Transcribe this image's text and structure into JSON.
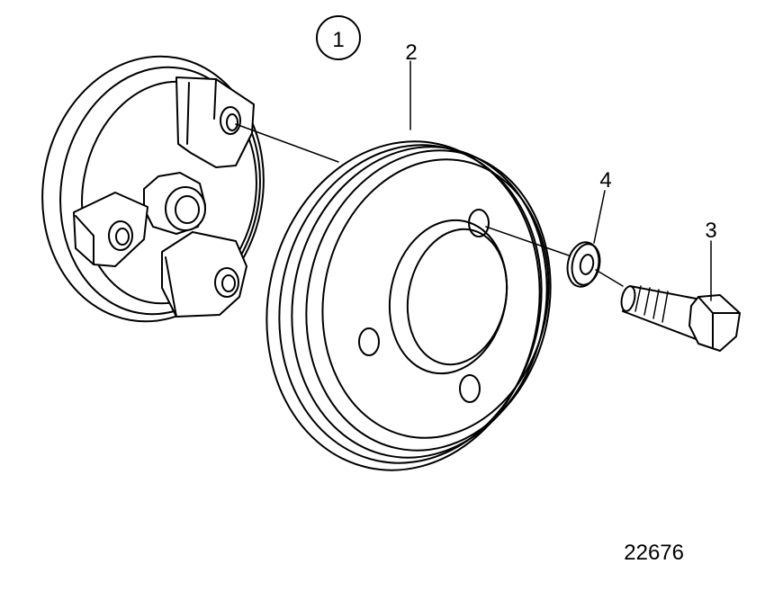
{
  "callouts": {
    "group": "1",
    "pulley": "2",
    "bolt": "3",
    "washer": "4"
  },
  "figure_number": "22676"
}
